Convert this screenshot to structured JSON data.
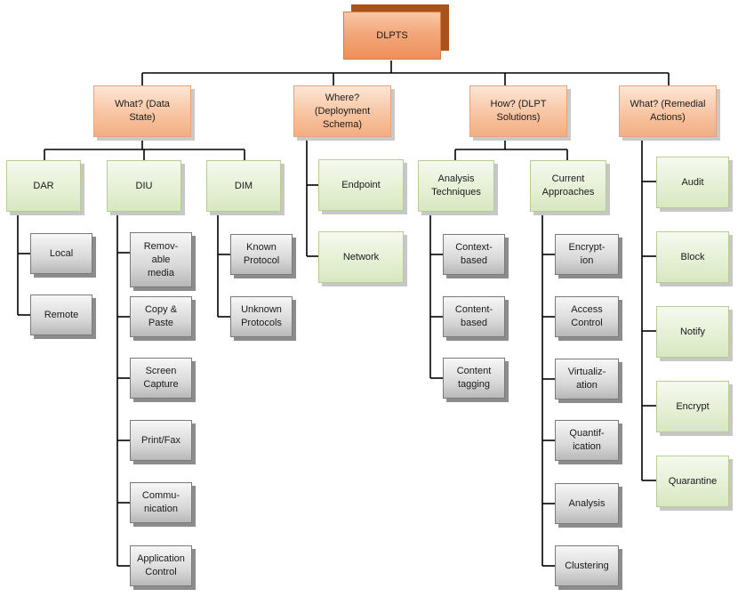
{
  "root": {
    "label": "DLPTS"
  },
  "level1": {
    "what_data_state": "What? (Data\nState)",
    "where_deployment": "Where?\n(Deployment\nSchema)",
    "how_solutions": "How? (DLPT\nSolutions)",
    "what_remedial": "What? (Remedial\nActions)"
  },
  "data_state": {
    "dar": {
      "label": "DAR",
      "children": [
        "Local",
        "Remote"
      ]
    },
    "diu": {
      "label": "DIU",
      "children": [
        "Remov-\nable\nmedia",
        "Copy &\nPaste",
        "Screen\nCapture",
        "Print/Fax",
        "Commu-\nnication",
        "Application\nControl"
      ]
    },
    "dim": {
      "label": "DIM",
      "children": [
        "Known\nProtocol",
        "Unknown\nProtocols"
      ]
    }
  },
  "deployment": {
    "children": [
      "Endpoint",
      "Network"
    ]
  },
  "solutions": {
    "analysis": {
      "label": "Analysis\nTechniques",
      "children": [
        "Context-\nbased",
        "Content-\nbased",
        "Content\ntagging"
      ]
    },
    "current": {
      "label": "Current\nApproaches",
      "children": [
        "Encrypt-\nion",
        "Access\nControl",
        "Virtualiz-\nation",
        "Quantif-\nication",
        "Analysis",
        "Clustering"
      ]
    }
  },
  "remedial": {
    "children": [
      "Audit",
      "Block",
      "Notify",
      "Encrypt",
      "Quarantine"
    ]
  },
  "colors": {
    "root": "#ef8f5a",
    "root_shadow": "#a9521c",
    "level1": "#f7c5a2",
    "green": "#d8e8c0",
    "gray": "#d9d9d9",
    "connector": "#000000"
  }
}
